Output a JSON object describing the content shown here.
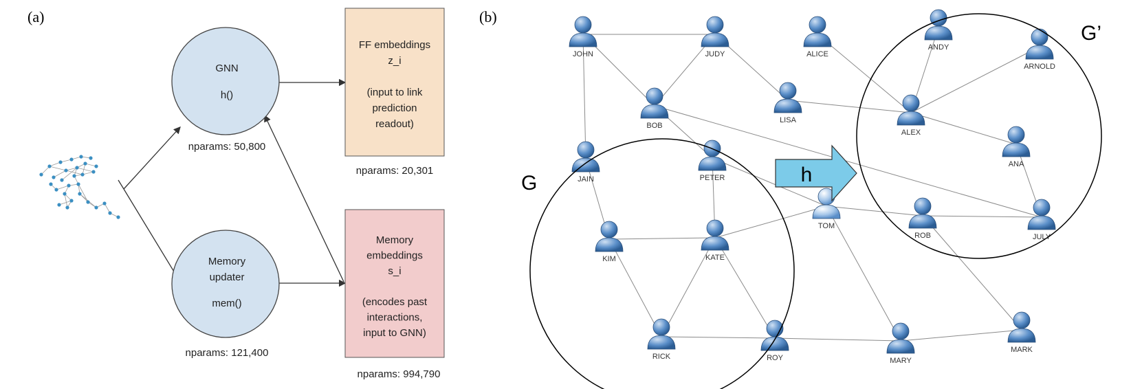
{
  "panel_a": {
    "label": "(a)",
    "gnn": {
      "title": "GNN",
      "func": "h()",
      "params": "nparams: 50,800"
    },
    "memory": {
      "title_line1": "Memory",
      "title_line2": "updater",
      "func": "mem()",
      "params": "nparams: 121,400"
    },
    "ff_box": {
      "lines": [
        "FF embeddings",
        "z_i",
        "",
        "(input to link",
        "prediction",
        "readout)"
      ],
      "params": "nparams: 20,301",
      "color": "#f8e1c8"
    },
    "mem_box": {
      "lines": [
        "Memory",
        "embeddings",
        "s_i",
        "",
        "(encodes past",
        "interactions,",
        "input to GNN)"
      ],
      "params": "nparams: 994,790",
      "color": "#f2cccc"
    },
    "circle_color": "#d3e2f0",
    "mini_graph_color": "#3b8fc2"
  },
  "panel_b": {
    "label": "(b)",
    "people": [
      {
        "id": "john",
        "name": "JOHN"
      },
      {
        "id": "judy",
        "name": "JUDY"
      },
      {
        "id": "alice",
        "name": "ALICE"
      },
      {
        "id": "andy",
        "name": "ANDY"
      },
      {
        "id": "arnold",
        "name": "ARNOLD"
      },
      {
        "id": "bob",
        "name": "BOB"
      },
      {
        "id": "lisa",
        "name": "LISA"
      },
      {
        "id": "alex",
        "name": "ALEX"
      },
      {
        "id": "jain",
        "name": "JAIN"
      },
      {
        "id": "peter",
        "name": "PETER"
      },
      {
        "id": "ana",
        "name": "ANA"
      },
      {
        "id": "tom",
        "name": "TOM"
      },
      {
        "id": "rob",
        "name": "ROB"
      },
      {
        "id": "july",
        "name": "JULY"
      },
      {
        "id": "kim",
        "name": "KIM"
      },
      {
        "id": "kate",
        "name": "KATE"
      },
      {
        "id": "rick",
        "name": "RICK"
      },
      {
        "id": "roy",
        "name": "ROY"
      },
      {
        "id": "mary",
        "name": "MARY"
      },
      {
        "id": "mark",
        "name": "MARK"
      }
    ],
    "edges": [
      [
        "john",
        "judy"
      ],
      [
        "john",
        "jain"
      ],
      [
        "john",
        "bob"
      ],
      [
        "judy",
        "bob"
      ],
      [
        "judy",
        "lisa"
      ],
      [
        "alice",
        "alex"
      ],
      [
        "andy",
        "alex"
      ],
      [
        "arnold",
        "alex"
      ],
      [
        "lisa",
        "alex"
      ],
      [
        "alex",
        "ana"
      ],
      [
        "bob",
        "peter"
      ],
      [
        "bob",
        "july"
      ],
      [
        "peter",
        "tom"
      ],
      [
        "peter",
        "kate"
      ],
      [
        "jain",
        "kim"
      ],
      [
        "kim",
        "kate"
      ],
      [
        "kim",
        "rick"
      ],
      [
        "kate",
        "rick"
      ],
      [
        "kate",
        "tom"
      ],
      [
        "kate",
        "roy"
      ],
      [
        "tom",
        "rob"
      ],
      [
        "tom",
        "mary"
      ],
      [
        "ana",
        "july"
      ],
      [
        "rob",
        "july"
      ],
      [
        "rob",
        "mark"
      ],
      [
        "rick",
        "roy"
      ],
      [
        "roy",
        "mary"
      ],
      [
        "mary",
        "mark"
      ]
    ],
    "set_g": "G",
    "set_g_prime": "G’",
    "arrow_label": "h",
    "person_color": "#5b8fc9",
    "arrow_color": "#7ccbe9"
  }
}
